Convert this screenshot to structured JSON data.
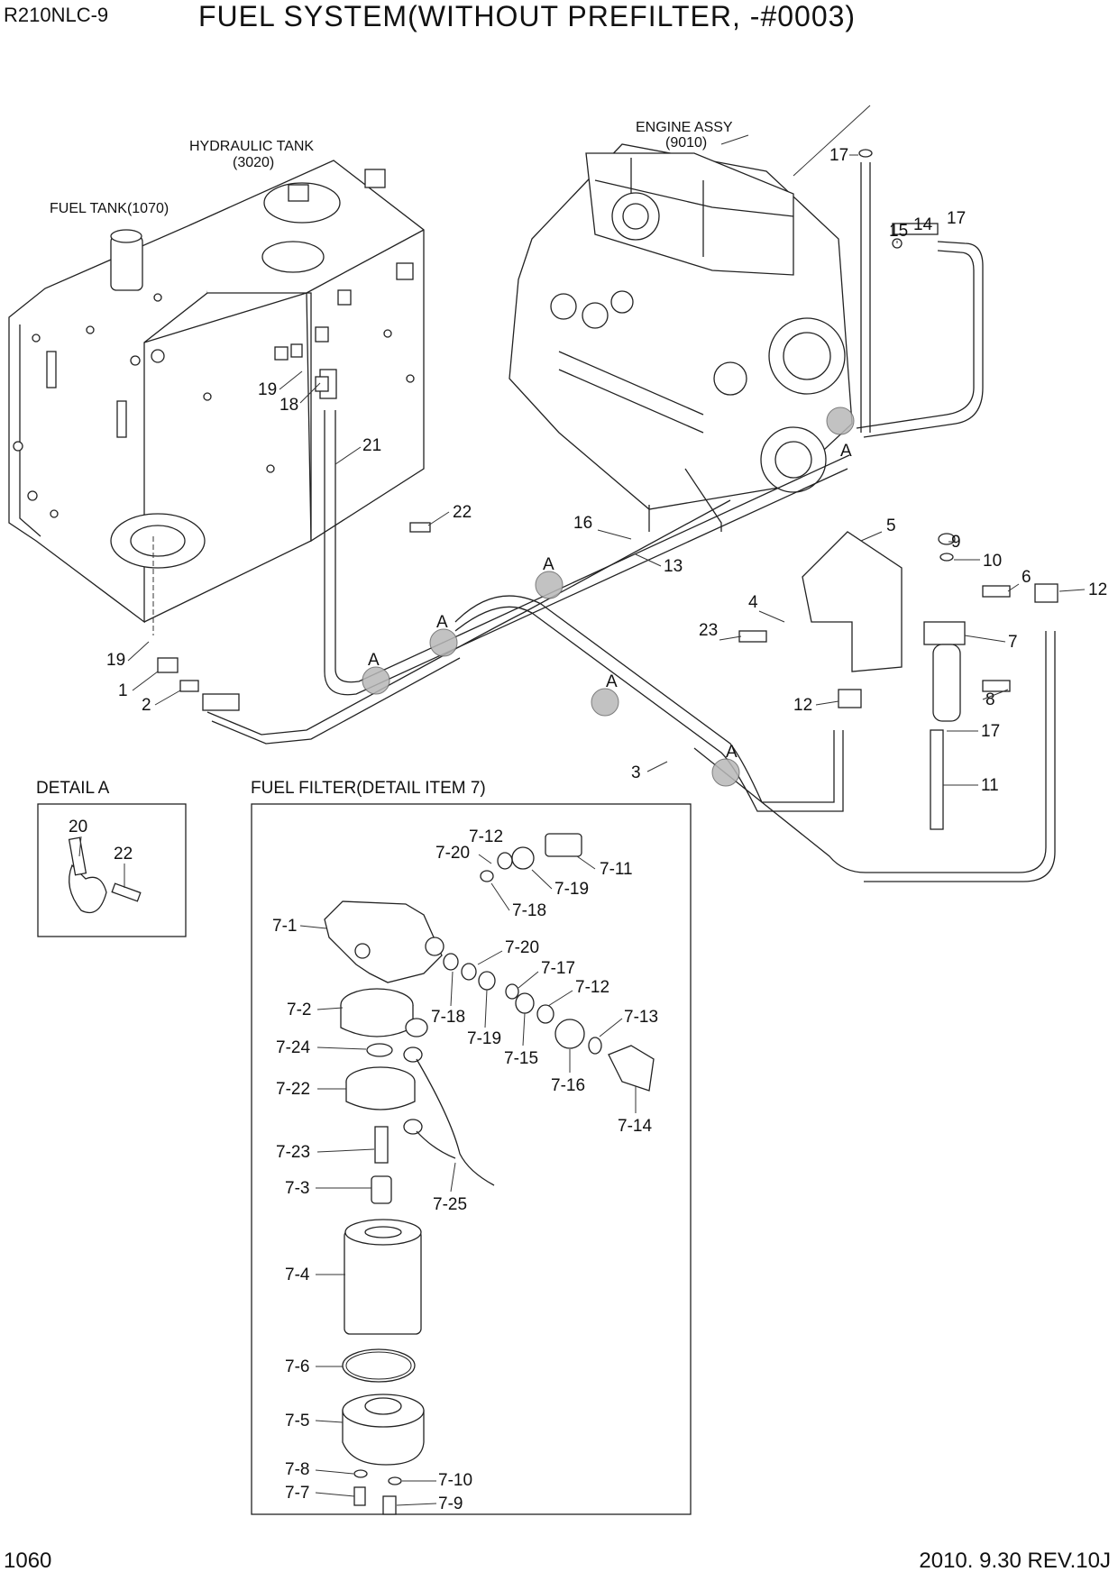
{
  "header": {
    "model": "R210NLC-9",
    "title": "FUEL SYSTEM(WITHOUT PREFILTER, -#0003)"
  },
  "footer": {
    "page": "1060",
    "revision": "2010.  9.30 REV.10J"
  },
  "assemblies": {
    "hydraulic_tank": "HYDRAULIC TANK",
    "hydraulic_tank_code": "(3020)",
    "fuel_tank": "FUEL TANK(1070)",
    "engine": "ENGINE ASSY",
    "engine_code": "(9010)"
  },
  "sections": {
    "detail_a": "DETAIL  A",
    "fuel_filter": "FUEL FILTER(DETAIL ITEM 7)"
  },
  "detail_marker": "A",
  "callouts": {
    "p1": "1",
    "p2": "2",
    "p3": "3",
    "p4": "4",
    "p5": "5",
    "p6": "6",
    "p7": "7",
    "p8": "8",
    "p9": "9",
    "p10": "10",
    "p11": "11",
    "p12": "12",
    "p13": "13",
    "p14": "14",
    "p15": "15",
    "p16": "16",
    "p17": "17",
    "p18": "18",
    "p19": "19",
    "p20": "20",
    "p21": "21",
    "p22": "22",
    "p23": "23"
  },
  "filter_callouts": {
    "f1": "7-1",
    "f2": "7-2",
    "f3": "7-3",
    "f4": "7-4",
    "f5": "7-5",
    "f6": "7-6",
    "f7": "7-7",
    "f8": "7-8",
    "f9": "7-9",
    "f10": "7-10",
    "f11": "7-11",
    "f12": "7-12",
    "f13": "7-13",
    "f14": "7-14",
    "f15": "7-15",
    "f16": "7-16",
    "f17": "7-17",
    "f18": "7-18",
    "f19": "7-19",
    "f20": "7-20",
    "f22": "7-22",
    "f23": "7-23",
    "f24": "7-24",
    "f25": "7-25"
  }
}
